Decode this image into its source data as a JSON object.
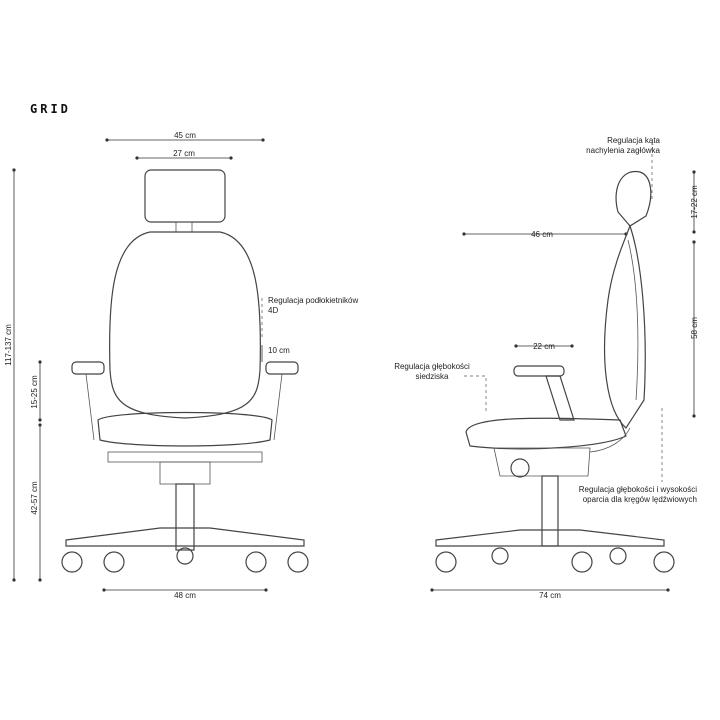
{
  "title": "GRID",
  "front": {
    "width_outer": "45 cm",
    "width_headrest": "27 cm",
    "height_total": "117-137 cm",
    "height_back": "15-25 cm",
    "height_seat": "42-57 cm",
    "armrest_label_line1": "Regulacja podłokietników",
    "armrest_label_line2": "4D",
    "armrest_range": "10 cm",
    "base_width": "48 cm"
  },
  "side": {
    "headrest_label_line1": "Regulacja kąta",
    "headrest_label_line2": "nachylenia zagłówka",
    "headrest_height": "17-22 cm",
    "depth_back": "46 cm",
    "back_height": "58 cm",
    "armrest_depth": "22 cm",
    "seat_label_line1": "Regulacja głębokości",
    "seat_label_line2": "siedziska",
    "lumbar_label_line1": "Regulacja głębokości i wysokości",
    "lumbar_label_line2": "oparcia dla kręgów lędźwiowych",
    "base_depth": "74 cm"
  },
  "colors": {
    "line": "#444444",
    "accent": "#5a1e2c"
  }
}
